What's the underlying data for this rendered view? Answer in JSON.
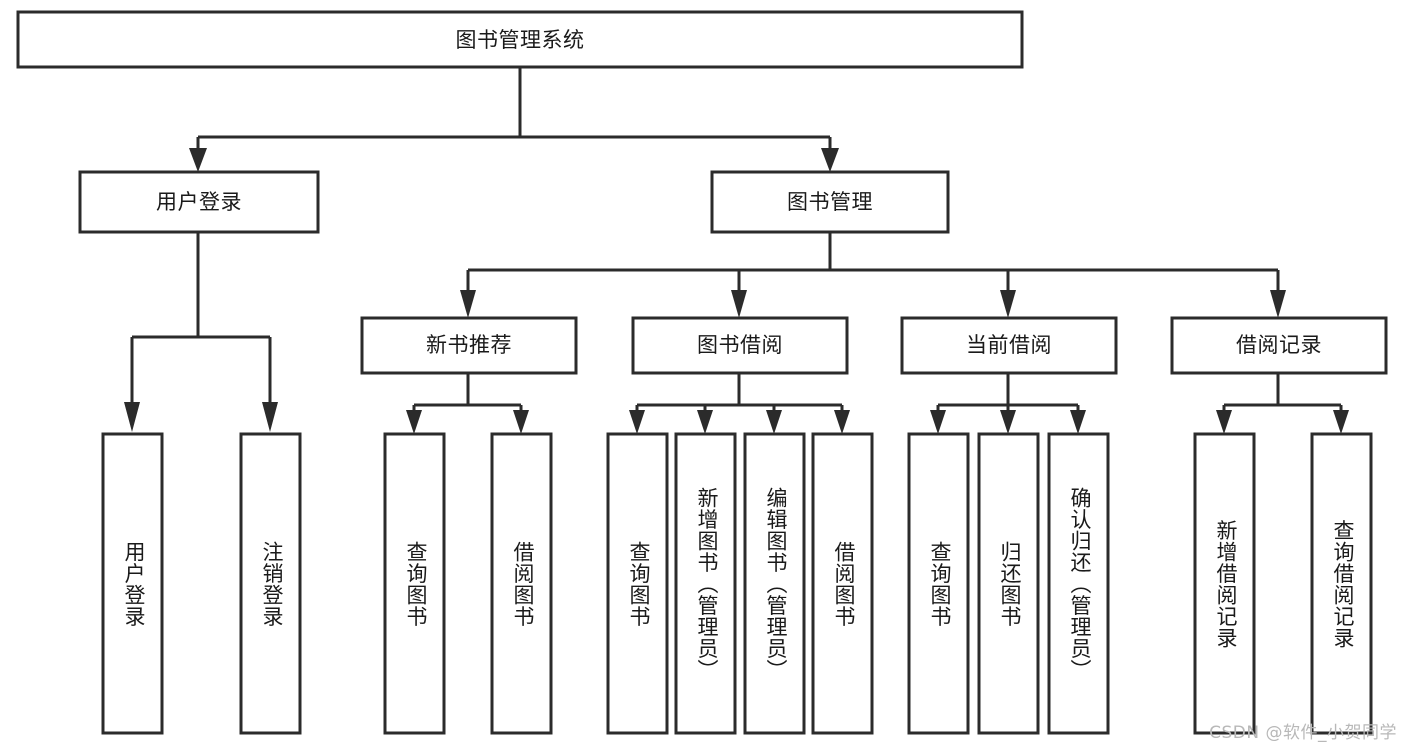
{
  "diagram": {
    "type": "tree-hierarchy",
    "title": "图书管理系统",
    "orientation": "top-down",
    "root": {
      "id": "root",
      "label": "图书管理系统"
    },
    "level2": [
      {
        "id": "user-login",
        "label": "用户登录"
      },
      {
        "id": "book-manage",
        "label": "图书管理"
      }
    ],
    "level3": [
      {
        "id": "new-book-rec",
        "label": "新书推荐",
        "parent": "book-manage"
      },
      {
        "id": "book-borrow",
        "label": "图书借阅",
        "parent": "book-manage"
      },
      {
        "id": "current-borrow",
        "label": "当前借阅",
        "parent": "book-manage"
      },
      {
        "id": "borrow-record",
        "label": "借阅记录",
        "parent": "book-manage"
      }
    ],
    "leaves": [
      {
        "id": "leaf-user-login",
        "label": "用户登录",
        "parent": "user-login"
      },
      {
        "id": "leaf-user-logout",
        "label": "注销登录",
        "parent": "user-login"
      },
      {
        "id": "leaf-query-book-1",
        "label": "查询图书",
        "parent": "new-book-rec"
      },
      {
        "id": "leaf-borrow-book-1",
        "label": "借阅图书",
        "parent": "new-book-rec"
      },
      {
        "id": "leaf-query-book-2",
        "label": "查询图书",
        "parent": "book-borrow"
      },
      {
        "id": "leaf-add-book",
        "label": "新增图书（管理员）",
        "parent": "book-borrow"
      },
      {
        "id": "leaf-edit-book",
        "label": "编辑图书（管理员）",
        "parent": "book-borrow"
      },
      {
        "id": "leaf-borrow-book-2",
        "label": "借阅图书",
        "parent": "book-borrow"
      },
      {
        "id": "leaf-query-book-3",
        "label": "查询图书",
        "parent": "current-borrow"
      },
      {
        "id": "leaf-return-book",
        "label": "归还图书",
        "parent": "current-borrow"
      },
      {
        "id": "leaf-confirm-return",
        "label": "确认归还（管理员）",
        "parent": "current-borrow"
      },
      {
        "id": "leaf-add-record",
        "label": "新增借阅记录",
        "parent": "borrow-record"
      },
      {
        "id": "leaf-query-record",
        "label": "查询借阅记录",
        "parent": "borrow-record"
      }
    ],
    "colors": {
      "stroke": "#2b2b2b",
      "fill": "#ffffff",
      "text": "#1a1a1a",
      "watermark": "#b8b8b8",
      "background": "#ffffff"
    }
  },
  "watermark": {
    "text": "CSDN @软件_小贺同学"
  }
}
